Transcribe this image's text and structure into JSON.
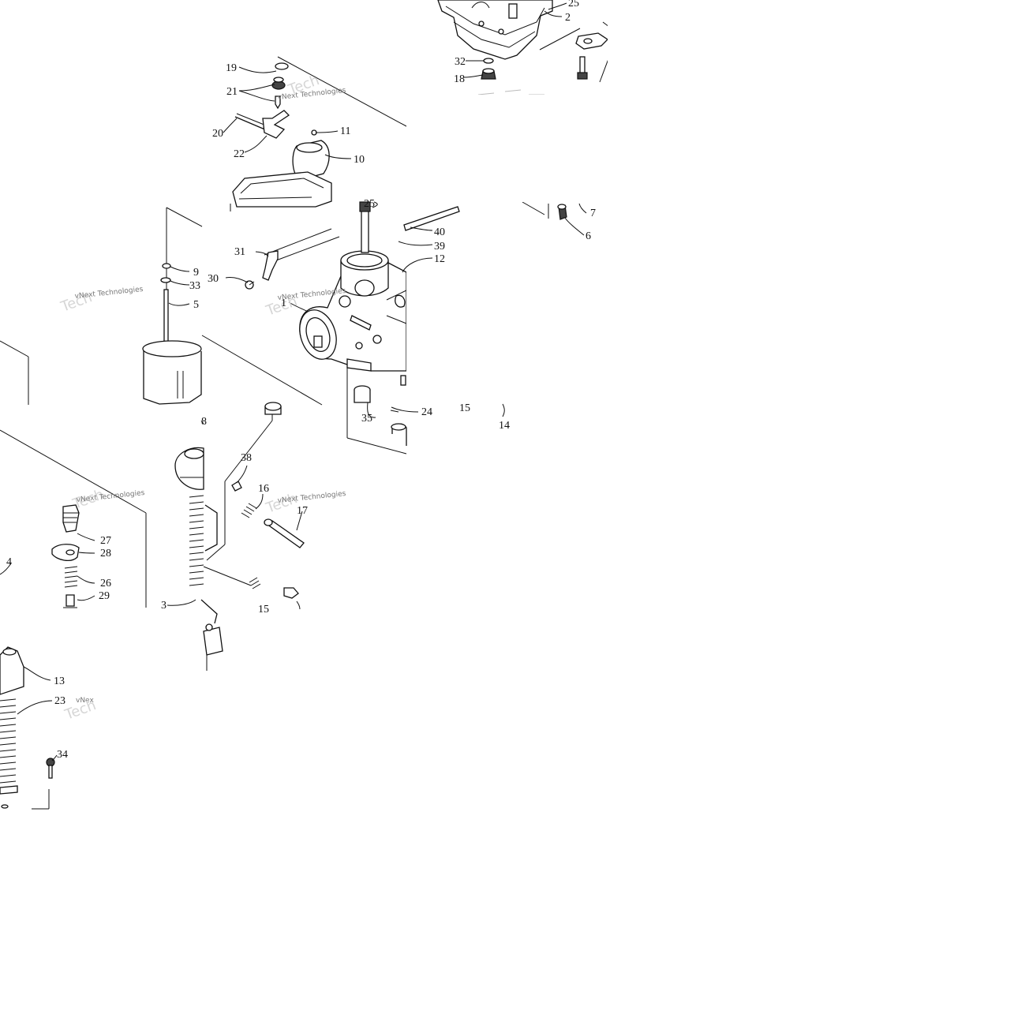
{
  "labels": {
    "p1": "1",
    "p2": "2",
    "p3": "3",
    "p4": "4",
    "p5": "5",
    "p6": "6",
    "p7": "7",
    "p8": "8",
    "p9": "9",
    "p10": "10",
    "p11": "11",
    "p12": "12",
    "p13": "13",
    "p14": "14",
    "p15a": "15",
    "p15b": "15",
    "p16": "16",
    "p17": "17",
    "p18": "18",
    "p19": "19",
    "p20": "20",
    "p21": "21",
    "p22": "22",
    "p23": "23",
    "p24": "24",
    "p25a": "25",
    "p25b": "25",
    "p26": "26",
    "p27": "27",
    "p28": "28",
    "p29": "29",
    "p30": "30",
    "p31": "31",
    "p32": "32",
    "p33": "33",
    "p34": "34",
    "p35": "35",
    "p38": "38",
    "p39": "39",
    "p40": "40"
  },
  "watermark": {
    "line1": "vNext Technologies",
    "line2": "vNex",
    "line3": "Tech"
  }
}
